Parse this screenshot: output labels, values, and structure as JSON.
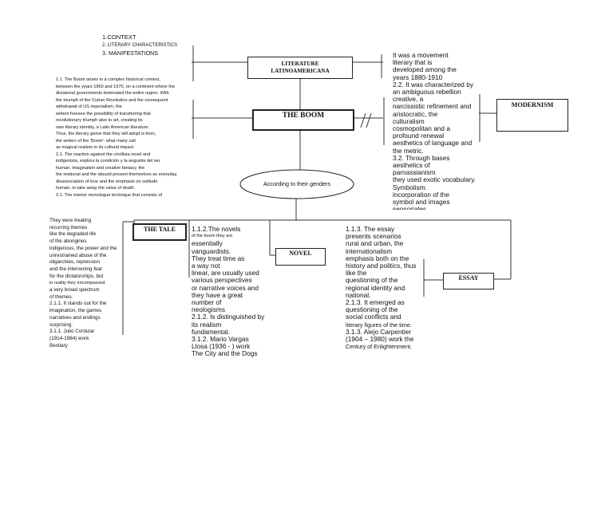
{
  "outline": [
    "1.CONTEXT",
    "2. LITERARY CHARACTERISTICS",
    "3. MANIFESTATIONS"
  ],
  "nodes": {
    "literature_line1": "LITERATURE",
    "literature_line2": "LATINOAMERICANA",
    "boom": "THE BOOM",
    "modernism": "MODERNISM",
    "genders": "According to their genders",
    "tale": "THE TALE",
    "novel": "NOVEL",
    "essay": "ESSAY"
  },
  "context_text": [
    "1.1. The Boom arises in a complex historical context,",
    "between the years 1960 and 1970, on a continent where the",
    "dictatorial governments dominated the entire region. With",
    "the triumph of the Cuban Revolution and the consequent",
    "withdrawal    of    US    imperialism,    the",
    "writers  foresee  the  possibility  of  transferring  that",
    "revolutionary  triumph  also  to  art,  creating  its",
    "own literary identity, a Latin American literature.",
    "Thus, the literary genre that they will adopt is born,",
    "the writers of the 'Boom': what many call",
    "as magical realism in its cultural impact.",
    "2.1. The reaction against the criollista novel and",
    "indigenista, explora la condición y la angustia del ser",
    "human. Imagination and creative fantasy, the",
    "the irrational and the absurd present themselves as everyday.",
    "disassociation of love and the emphasis on solitude",
    "human, to take away the value of death.",
    "3.1. The interior monologue technique that consists of"
  ],
  "movement_text": [
    "It was a movement",
    "literary that is",
    "developed among the",
    "years 1880-1910",
    "2.2. It was characterized by",
    "an ambiguous rebellion",
    "creative, a",
    "narcissistic refinement and",
    "aristocratic, the",
    "culturalism",
    "cosmopolitan and a",
    "profound renewal",
    "aesthetics of language and",
    "the metric.",
    "3.2. Through bases",
    "aesthetics of",
    "parnassianism",
    "they used exotic vocabulary.",
    "Symbolism:",
    "incorporation of the",
    "symbol and images",
    "sensoriales"
  ],
  "tale_text": [
    "They were treating",
    "recurring themes",
    "like the degraded life",
    "of the aborigines",
    "indigenous, the power and the",
    "unrestrained abuse of the",
    "oligarchies, repression",
    "and the intervening fear",
    "for the dictatorships, but",
    "in reality they encompassed",
    "a very broad spectrum",
    "of themes.",
    "2.1.1. It stands out for the",
    "imagination, the games",
    "narratives and endings",
    "surprising.",
    "3.1.1. Julio Cortázar",
    "(1914-1984)  work",
    "Bestiary"
  ],
  "novel_text": [
    "1.1.2.The novels",
    "of the boom they are",
    "essentially",
    "vanguardists.",
    "They treat time as",
    "a way not",
    "linear, are usually used",
    "various perspectives",
    "or narrative voices and",
    "they have a great",
    "number of",
    "neologisms",
    "2.1.2. Is distinguished by",
    "its realism",
    "fundamental.",
    "3.1.2. Mario Vargas",
    "Llosa (1936 - ) work",
    "The City and the Dogs"
  ],
  "essay_text": [
    "1.1.3. The essay",
    "presents scenarios",
    "rural and urban, the",
    "internationalism",
    "emphasis both on the",
    "history and politics, thus",
    "like the",
    "questioning of the",
    "regional identity and",
    "national.",
    "2.1.3.  It  emerged  as",
    "questioning of the",
    "social conflicts and",
    "literary figures of the time.",
    "3.1.3. Alejo Carpentier",
    "(1904 – 1980) work the",
    "Century of Enlightenment."
  ]
}
